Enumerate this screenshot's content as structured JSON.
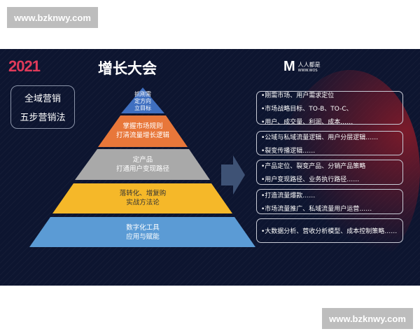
{
  "watermark": "www.bzknwy.com",
  "slide": {
    "year": "2021",
    "title": "增长大会",
    "logo": {
      "mark": "M",
      "name": "人人都是",
      "url": "WWW.WOS"
    },
    "left_box": [
      "全域营销",
      "五步营销法"
    ],
    "pyramid": [
      {
        "lines": [
          "抓刚需",
          "定方向",
          "立目标"
        ],
        "color": "#3f6fc0"
      },
      {
        "lines": [
          "掌握市场规则",
          "打清流量增长逻辑"
        ],
        "color": "#e8773a"
      },
      {
        "lines": [
          "定产品",
          "打通用户变现路径"
        ],
        "color": "#a9a9a9"
      },
      {
        "lines": [
          "落转化、增复购",
          "实战方法论"
        ],
        "color": "#f5b829"
      },
      {
        "lines": [
          "数字化工具",
          "应用与赋能"
        ],
        "color": "#5b9bd5"
      }
    ],
    "boxes": [
      [
        "•刚需市场、用户需求定位",
        "•市场战略目标、TO-B、TO-C、",
        "•用户、成交量、利润、成本……"
      ],
      [
        "•公域与私域流量逻辑、用户分层逻辑……",
        "•裂变传播逻辑……"
      ],
      [
        "•产品定位、裂变产品、分销产品策略",
        "•用户变现路径、业务执行路径……"
      ],
      [
        "•打造流量爆款……",
        "•市场流量推广、私域流量用户运营……"
      ],
      [
        "•大数据分析、营收分析模型、成本控制策略……"
      ]
    ]
  }
}
